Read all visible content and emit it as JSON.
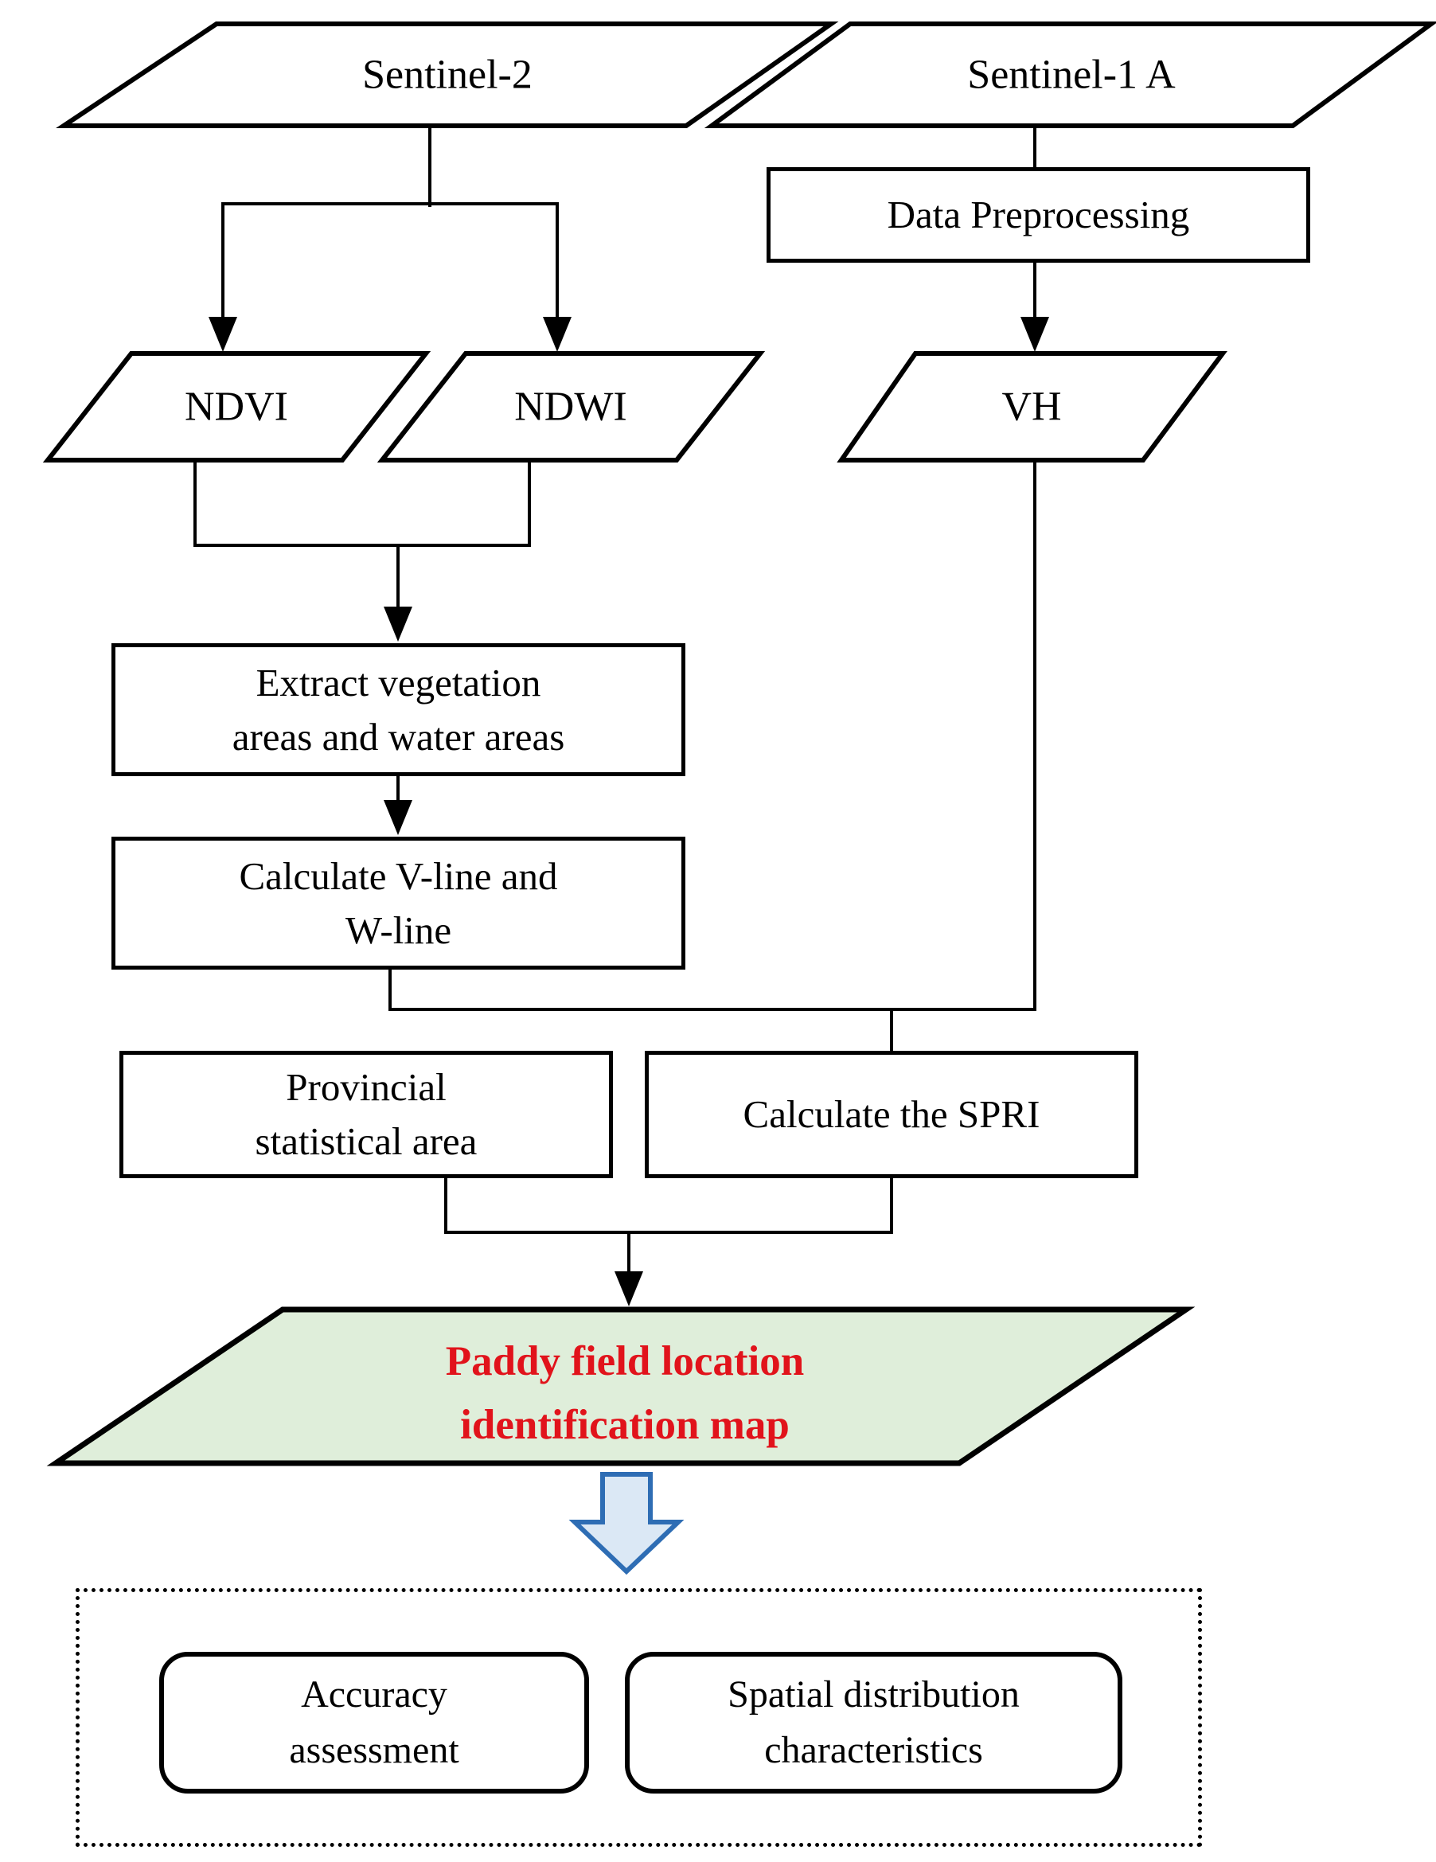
{
  "diagram": {
    "type": "flowchart",
    "colors": {
      "line": "#000000",
      "box_fill": "#ffffff",
      "output_fill": "#dfeeda",
      "output_text": "#e1131b",
      "block_arrow_fill": "#dbe8f5",
      "block_arrow_stroke": "#2e6db4"
    },
    "nodes": {
      "sentinel2": {
        "label": "Sentinel-2",
        "shape": "parallelogram"
      },
      "sentinel1a": {
        "label": "Sentinel-1 A",
        "shape": "parallelogram"
      },
      "data_preprocessing": {
        "label": "Data Preprocessing",
        "shape": "rect"
      },
      "ndvi": {
        "label": "NDVI",
        "shape": "parallelogram"
      },
      "ndwi": {
        "label": "NDWI",
        "shape": "parallelogram"
      },
      "vh": {
        "label": "VH",
        "shape": "parallelogram"
      },
      "extract": {
        "line1": "Extract vegetation",
        "line2": "areas and water areas",
        "shape": "rect"
      },
      "calc_lines": {
        "line1": "Calculate V-line and",
        "line2": "W-line",
        "shape": "rect"
      },
      "provincial": {
        "line1": "Provincial",
        "line2": "statistical area",
        "shape": "rect"
      },
      "spri": {
        "label": "Calculate the SPRI",
        "shape": "rect"
      },
      "output_map": {
        "line1": "Paddy field location",
        "line2": "identification map",
        "shape": "parallelogram"
      },
      "accuracy": {
        "line1": "Accuracy",
        "line2": "assessment",
        "shape": "rounded-rect"
      },
      "spatial": {
        "line1": "Spatial distribution",
        "line2": "characteristics",
        "shape": "rounded-rect"
      }
    }
  }
}
